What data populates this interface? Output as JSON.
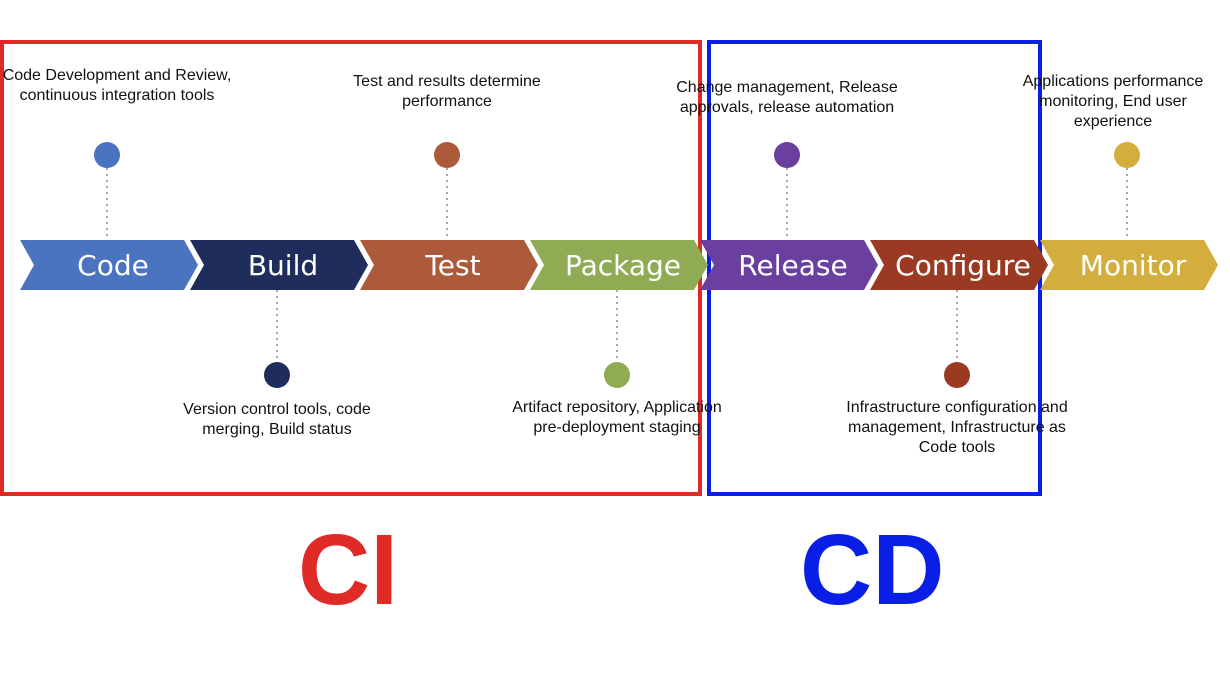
{
  "stages": [
    {
      "name": "Code",
      "color": "#4a74c0",
      "description": "Code Development and Review, continuous integration tools",
      "description_position": "above"
    },
    {
      "name": "Build",
      "color": "#1f2d5c",
      "description": "Version control tools, code merging, Build status",
      "description_position": "below"
    },
    {
      "name": "Test",
      "color": "#ad5a3b",
      "description": "Test and results determine performance",
      "description_position": "above"
    },
    {
      "name": "Package",
      "color": "#8fac55",
      "description": "Artifact repository, Application pre-deployment staging",
      "description_position": "below"
    },
    {
      "name": "Release",
      "color": "#6a3fa0",
      "description": "Change management, Release approvals, release automation",
      "description_position": "above"
    },
    {
      "name": "Configure",
      "color": "#9b3a23",
      "description": "Infrastructure configuration and management, Infrastructure as Code tools",
      "description_position": "below"
    },
    {
      "name": "Monitor",
      "color": "#d4ae3c",
      "description": "Applications performance monitoring, End user experience",
      "description_position": "above"
    }
  ],
  "groups": [
    {
      "label": "CI",
      "color": "#e02a26",
      "stages": [
        "Code",
        "Build",
        "Test",
        "Package"
      ]
    },
    {
      "label": "CD",
      "color": "#0a1fe6",
      "stages": [
        "Release",
        "Configure"
      ]
    }
  ]
}
